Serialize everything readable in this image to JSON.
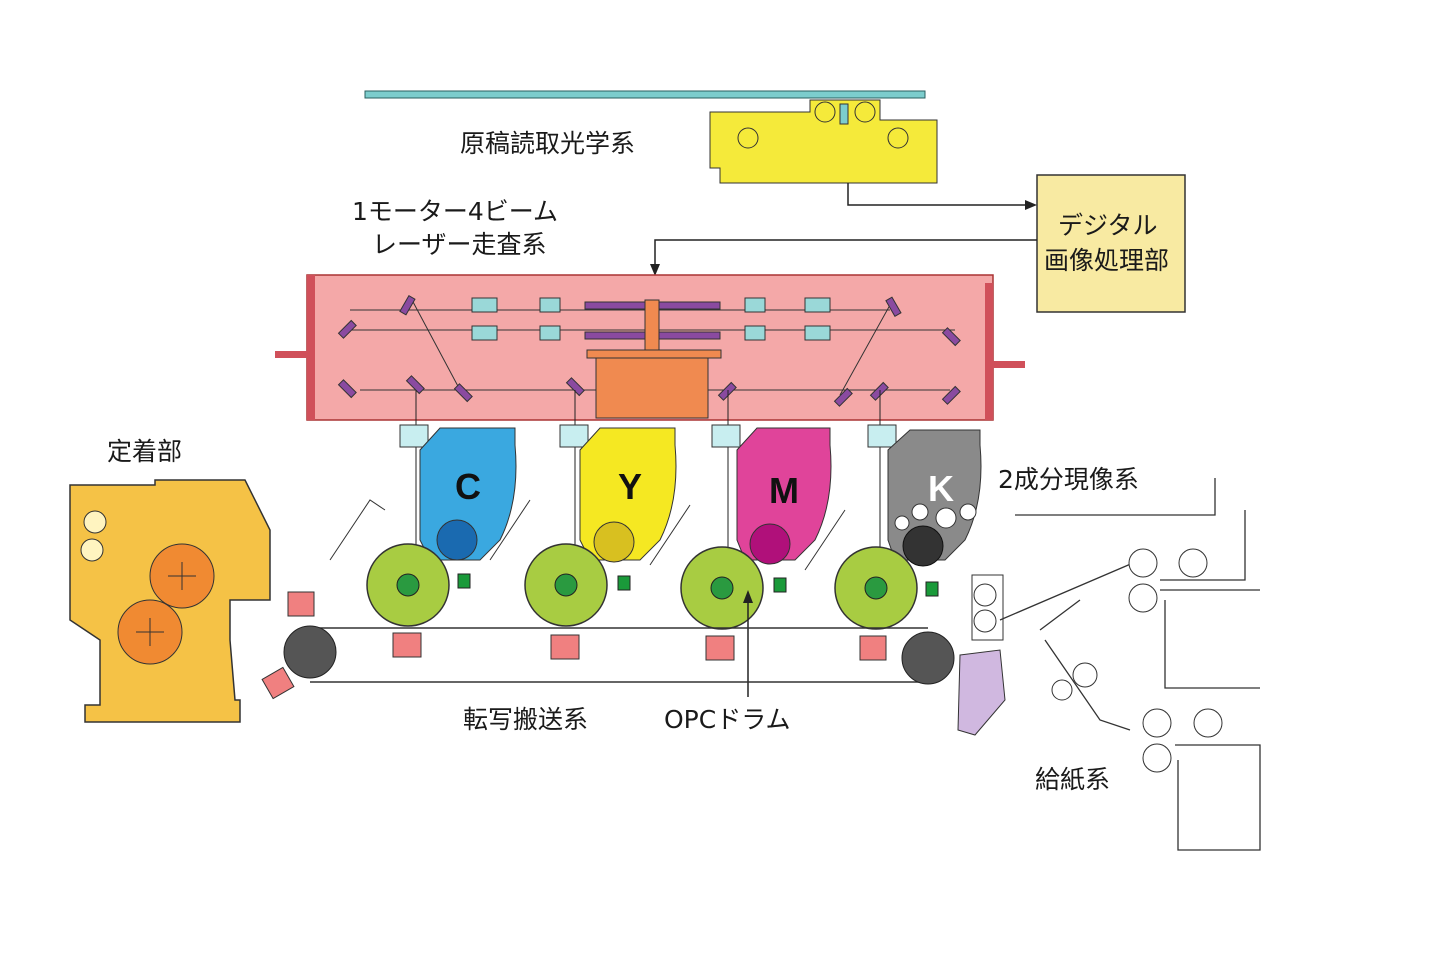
{
  "labels": {
    "scanner": "原稿読取光学系",
    "laser_line1": "1モーター4ビーム",
    "laser_line2": "レーザー走査系",
    "digital_line1": "デジタル",
    "digital_line2": "画像処理部",
    "fuser": "定着部",
    "developer": "2成分現像系",
    "transfer": "転写搬送系",
    "opc_drum": "OPCドラム",
    "paper_feed": "給紙系"
  },
  "toners": [
    {
      "letter": "C",
      "color": "#3aa8e0"
    },
    {
      "letter": "Y",
      "color": "#f5e822"
    },
    {
      "letter": "M",
      "color": "#e0449a"
    },
    {
      "letter": "K",
      "color": "#8a8a8a"
    }
  ],
  "colors": {
    "laser_unit": "#f4a8a8",
    "scanner_unit": "#f5ea3a",
    "digital_box": "#f8eaa2",
    "fuser": "#f5c246",
    "fuser_roller": "#f08a32",
    "drum": "#a8cc42",
    "glass": "#7ccdcd"
  }
}
